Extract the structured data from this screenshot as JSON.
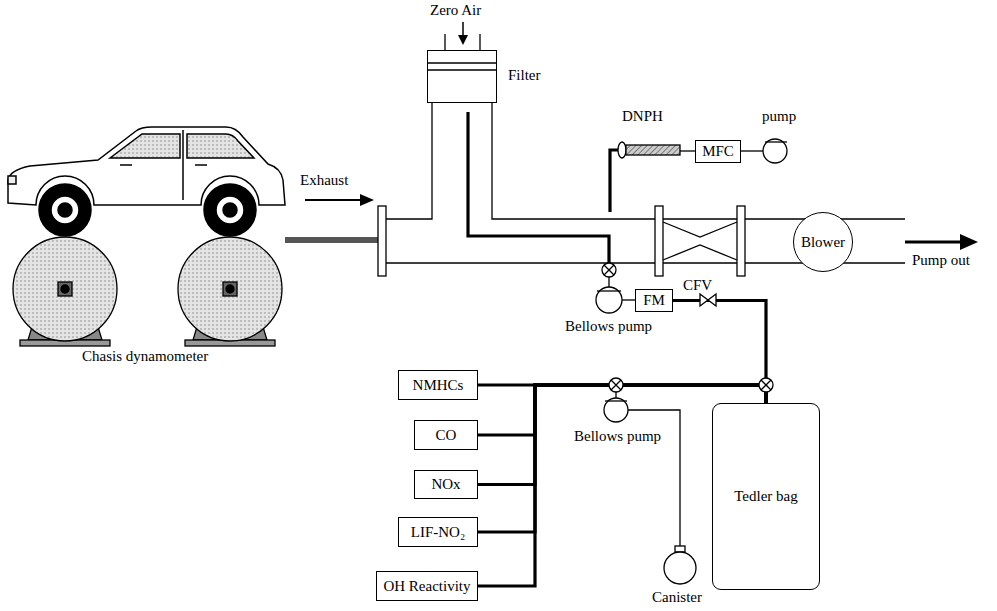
{
  "diagram": {
    "nodes": [
      {
        "text": [
          "Filter"
        ]
      },
      {
        "text": [
          "Blower"
        ]
      },
      {
        "text": [
          "MFC"
        ]
      },
      {
        "text": [
          "FM"
        ]
      },
      {
        "text": [
          "Tedler bag"
        ]
      },
      {
        "text": [
          "NMHCs"
        ]
      },
      {
        "text": [
          "CO"
        ]
      },
      {
        "text": [
          "NOx"
        ]
      },
      {
        "text": [
          "LIF-NO₂"
        ]
      },
      {
        "text": [
          "OH Reactivity"
        ]
      }
    ],
    "edges": [
      {
        "from": 3,
        "to": 4,
        "arrow": "none"
      },
      {
        "from": 4,
        "to": 5,
        "arrow": "none"
      },
      {
        "from": 4,
        "to": 6,
        "arrow": "none"
      },
      {
        "from": 4,
        "to": 7,
        "arrow": "none"
      },
      {
        "from": 4,
        "to": 8,
        "arrow": "none"
      },
      {
        "from": 4,
        "to": 9,
        "arrow": "none"
      }
    ],
    "labels": [
      "Zero Air",
      "DNPH",
      "pump",
      "Exhaust",
      "CFV",
      "Pump out",
      "Bellows pump",
      "Chasis dynamometer",
      "Bellows pump",
      "Canister"
    ]
  }
}
